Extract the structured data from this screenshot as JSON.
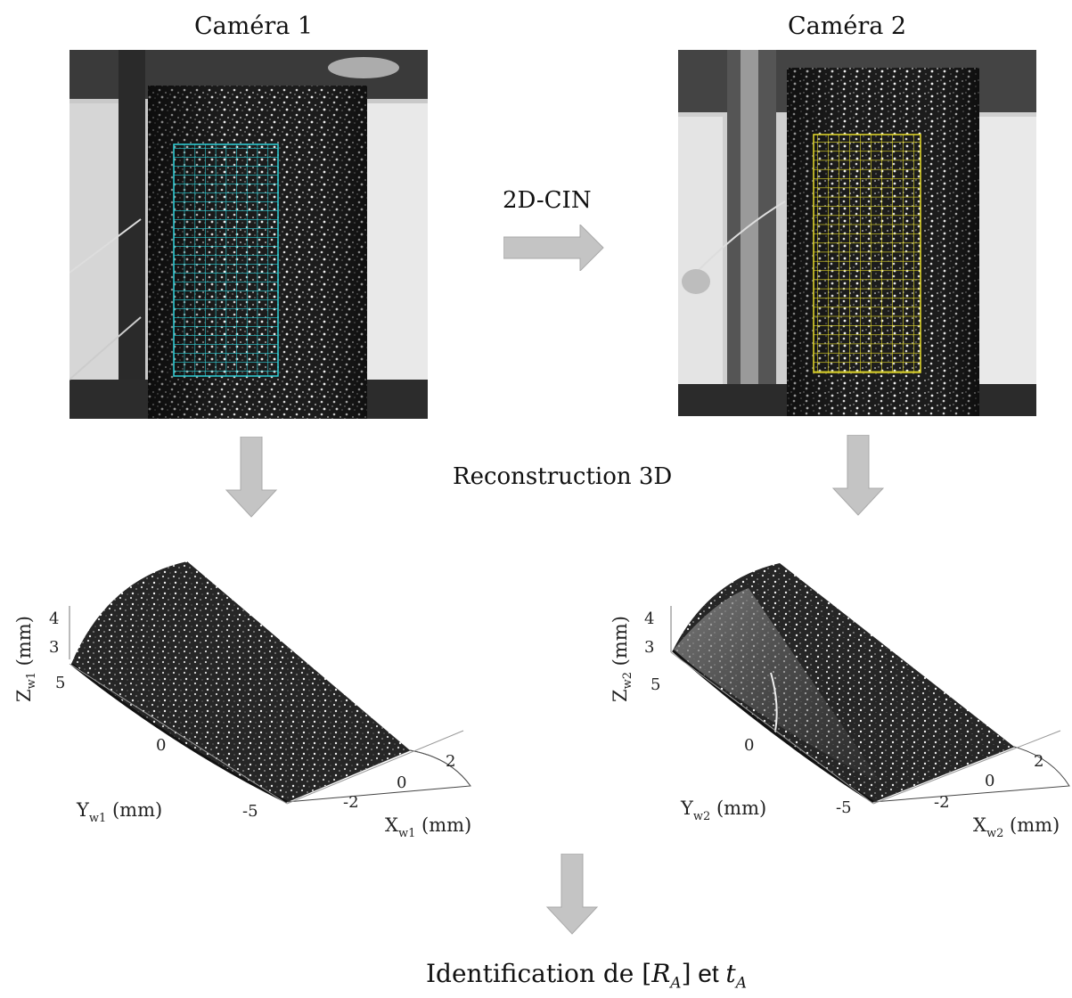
{
  "camera1": {
    "title": "Caméra 1",
    "axes": {
      "z_label": "Z",
      "z_sub": "w1",
      "z_unit": " (mm)",
      "y_label": "Y",
      "y_sub": "w1",
      "y_unit": " (mm)",
      "x_label": "X",
      "x_sub": "w1",
      "x_unit": " (mm)",
      "z_ticks": [
        "4",
        "3"
      ],
      "y_ticks": [
        "5",
        "0",
        "-5"
      ],
      "x_ticks": [
        "2",
        "0",
        "-2"
      ]
    },
    "grid_color": "#2fd0d8"
  },
  "camera2": {
    "title": "Caméra 2",
    "axes": {
      "z_label": "Z",
      "z_sub": "w2",
      "z_unit": " (mm)",
      "y_label": "Y",
      "y_sub": "w2",
      "y_unit": " (mm)",
      "x_label": "X",
      "x_sub": "w2",
      "x_unit": " (mm)",
      "z_ticks": [
        "4",
        "3"
      ],
      "y_ticks": [
        "5",
        "0",
        "-5"
      ],
      "x_ticks": [
        "2",
        "0",
        "-2"
      ]
    },
    "grid_color": "#e6dc2a"
  },
  "arrow_label": "2D-CIN",
  "reconstruction_label": "Reconstruction 3D",
  "identification": {
    "text": "Identification de ",
    "bracket_open": "[",
    "R": "R",
    "R_sub": "A",
    "bracket_close": "]",
    "et": " et ",
    "t": "t",
    "t_sub": "A"
  }
}
